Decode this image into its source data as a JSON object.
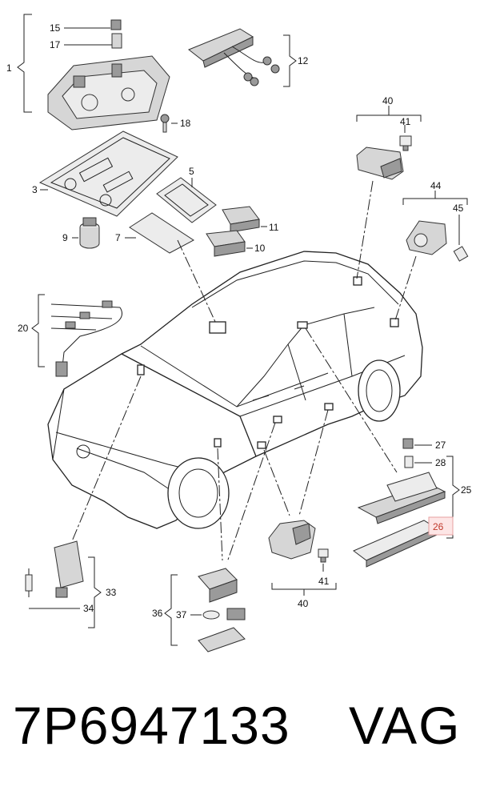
{
  "callouts": {
    "c1": "1",
    "c3": "3",
    "c5": "5",
    "c7": "7",
    "c9": "9",
    "c10": "10",
    "c11": "11",
    "c12": "12",
    "c15": "15",
    "c17": "17",
    "c18": "18",
    "c20": "20",
    "c25": "25",
    "c26": "26",
    "c27": "27",
    "c28": "28",
    "c33": "33",
    "c34": "34",
    "c36": "36",
    "c37": "37",
    "c40a": "40",
    "c40b": "40",
    "c41a": "41",
    "c41b": "41",
    "c44": "44",
    "c45": "45"
  },
  "highlight_color": "#c0392b",
  "caption": {
    "part_number": "7P6947133",
    "brand": "VAG"
  }
}
